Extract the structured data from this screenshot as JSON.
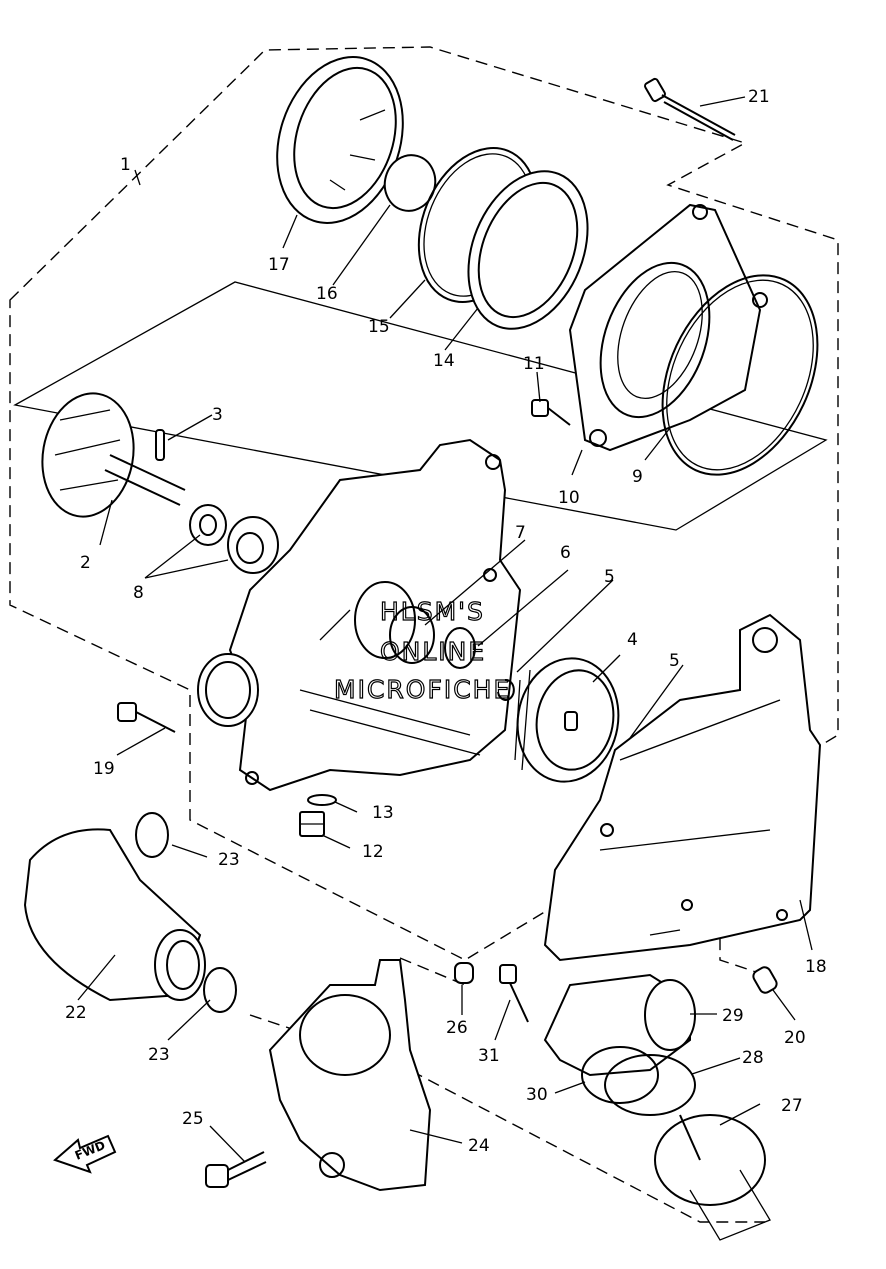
{
  "callouts": [
    {
      "num": "1"
    },
    {
      "num": "2"
    },
    {
      "num": "3"
    },
    {
      "num": "4"
    },
    {
      "num": "5"
    },
    {
      "num": "5"
    },
    {
      "num": "6"
    },
    {
      "num": "7"
    },
    {
      "num": "8"
    },
    {
      "num": "9"
    },
    {
      "num": "10"
    },
    {
      "num": "11"
    },
    {
      "num": "12"
    },
    {
      "num": "13"
    },
    {
      "num": "14"
    },
    {
      "num": "15"
    },
    {
      "num": "16"
    },
    {
      "num": "17"
    },
    {
      "num": "18"
    },
    {
      "num": "19"
    },
    {
      "num": "20"
    },
    {
      "num": "21"
    },
    {
      "num": "22"
    },
    {
      "num": "23"
    },
    {
      "num": "23"
    },
    {
      "num": "24"
    },
    {
      "num": "25"
    },
    {
      "num": "26"
    },
    {
      "num": "27"
    },
    {
      "num": "28"
    },
    {
      "num": "29"
    },
    {
      "num": "30"
    },
    {
      "num": "31"
    }
  ],
  "watermark": {
    "line1": "HLSM'S",
    "line2": "ONLINE",
    "line3": "MICROFICHE"
  },
  "direction_arrow": {
    "label": "FWD"
  }
}
